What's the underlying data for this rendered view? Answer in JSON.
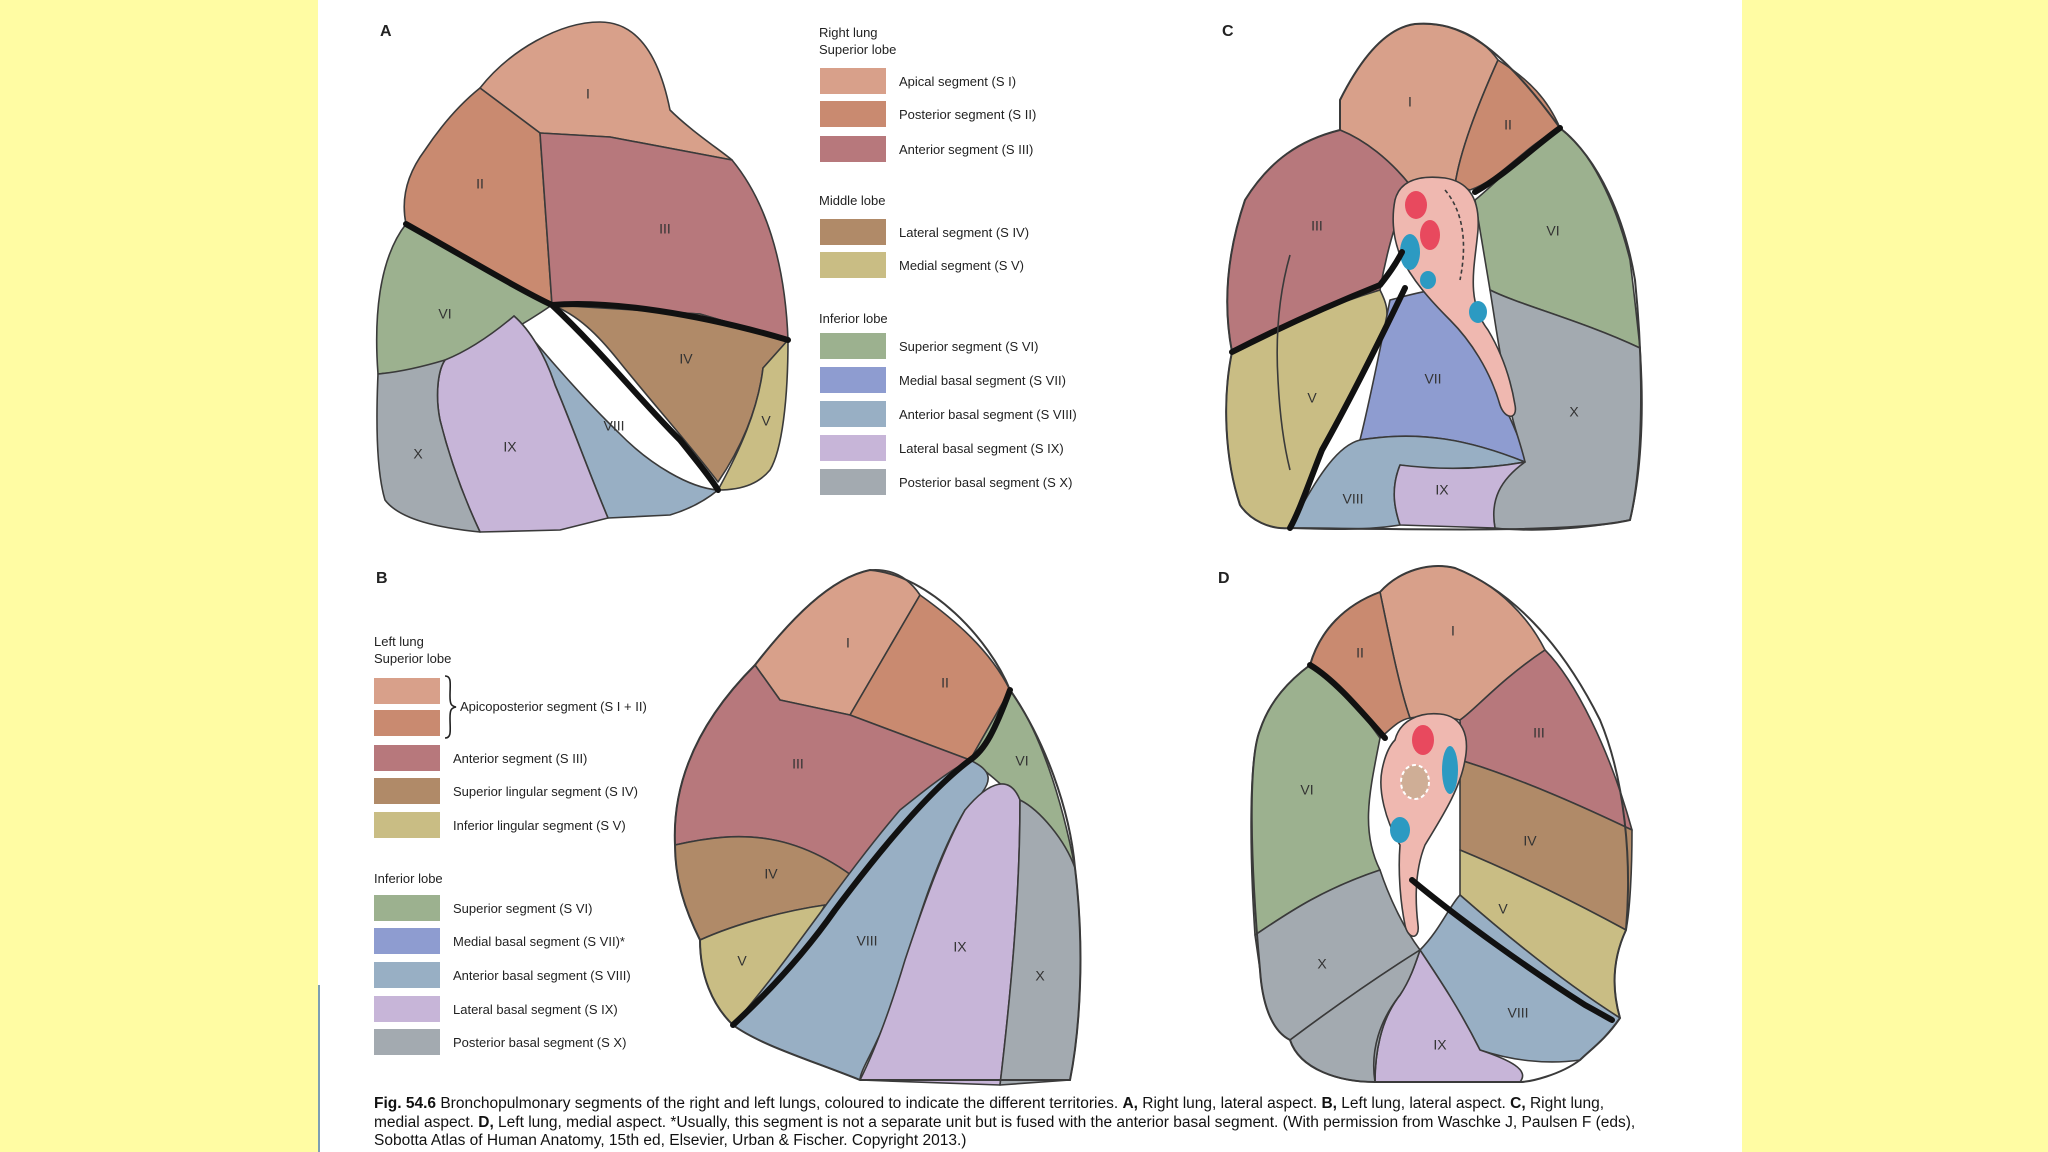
{
  "panels": {
    "a": "A",
    "b": "B",
    "c": "C",
    "d": "D"
  },
  "segment_numerals": {
    "s1": "I",
    "s2": "II",
    "s3": "III",
    "s4": "IV",
    "s5": "V",
    "s6": "VI",
    "s7": "VII",
    "s8": "VIII",
    "s9": "IX",
    "s10": "X"
  },
  "colors": {
    "apical": "#D8A08A",
    "posterior": "#C98A70",
    "anterior": "#B7787C",
    "lateral_middle": "#B08A68",
    "medial_middle": "#C9BD84",
    "superior": "#9CB18F",
    "medial_basal": "#8E9CD0",
    "anterior_basal": "#98AFC4",
    "lateral_basal": "#C7B5D8",
    "posterior_basal": "#A3AAB0",
    "hilum": "#EFB8B0",
    "artery": "#E8495E",
    "vein": "#2C9AC2"
  },
  "right_legend": {
    "heading_1": "Right lung",
    "heading_2": "Superior lobe",
    "superior_items": [
      "Apical segment (S I)",
      "Posterior segment (S II)",
      "Anterior segment (S III)"
    ],
    "middle_heading": "Middle lobe",
    "middle_items": [
      "Lateral segment (S IV)",
      "Medial segment (S V)"
    ],
    "inferior_heading": "Inferior lobe",
    "inferior_items": [
      "Superior segment (S VI)",
      "Medial basal segment (S VII)",
      "Anterior basal segment (S VIII)",
      "Lateral basal segment (S IX)",
      "Posterior basal segment (S X)"
    ]
  },
  "left_legend": {
    "heading_1": "Left lung",
    "heading_2": "Superior lobe",
    "superior_items": [
      "Apicoposterior segment (S I + II)",
      "Anterior segment (S III)",
      "Superior lingular segment (S IV)",
      "Inferior lingular segment (S V)"
    ],
    "inferior_heading": "Inferior lobe",
    "inferior_items": [
      "Superior segment (S VI)",
      "Medial basal segment (S VII)*",
      "Anterior basal segment (S VIII)",
      "Lateral basal segment (S IX)",
      "Posterior basal segment (S X)"
    ]
  },
  "caption": {
    "fig": "Fig. 54.6",
    "t1": " Bronchopulmonary segments of the right and left lungs, coloured to indicate the different territories. ",
    "a": "A,",
    "t2": " Right lung, lateral aspect. ",
    "b": "B,",
    "t3": " Left lung, lateral aspect. ",
    "c": "C,",
    "t4": " Right lung, medial aspect. ",
    "d": "D,",
    "t5": " Left lung, medial aspect. *Usually, this segment is not a separate unit but is fused with the anterior basal segment. (With permission from Waschke J, Paulsen F (eds), Sobotta Atlas of Human Anatomy, 15th ed, Elsevier, Urban & Fischer. Copyright 2013.)"
  }
}
